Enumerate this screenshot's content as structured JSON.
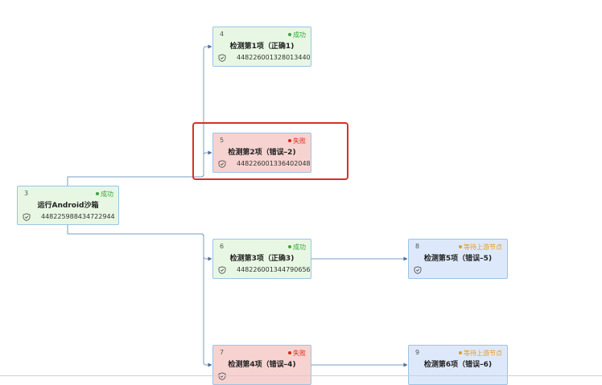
{
  "nodes": [
    {
      "id": "3",
      "status": "成功",
      "statusType": "success",
      "title": "运行Android沙箱",
      "code": "448225988434722944",
      "shield": true
    },
    {
      "id": "4",
      "status": "成功",
      "statusType": "success",
      "title": "检测第1项（正确1)",
      "code": "448226001328013440",
      "shield": true
    },
    {
      "id": "5",
      "status": "失败",
      "statusType": "fail",
      "title": "检测第2项（错误–2)",
      "code": "448226001336402048",
      "shield": true
    },
    {
      "id": "6",
      "status": "成功",
      "statusType": "success",
      "title": "检测第3项（正确3)",
      "code": "448226001344790656",
      "shield": true
    },
    {
      "id": "7",
      "status": "失败",
      "statusType": "fail",
      "title": "检测第4项（错误–4)",
      "code": "",
      "shield": true
    },
    {
      "id": "8",
      "status": "等待上游节点",
      "statusType": "waiting",
      "title": "检测第5项（错误–5)",
      "code": "",
      "shield": true
    },
    {
      "id": "9",
      "status": "等待上游节点",
      "statusType": "waiting",
      "title": "检测第6项（错误–6)",
      "code": "",
      "shield": false
    }
  ],
  "edges": [
    {
      "from": "3",
      "to": "4"
    },
    {
      "from": "3",
      "to": "5"
    },
    {
      "from": "3",
      "to": "6"
    },
    {
      "from": "3",
      "to": "7"
    },
    {
      "from": "6",
      "to": "8"
    },
    {
      "from": "7",
      "to": "9"
    }
  ],
  "highlighted_node": "5",
  "colors": {
    "success_bg": "#e8f7e3",
    "fail_bg": "#f6d3d0",
    "waiting_bg": "#dde9fa",
    "edge": "#7a9cc6",
    "highlight": "#d93025"
  }
}
